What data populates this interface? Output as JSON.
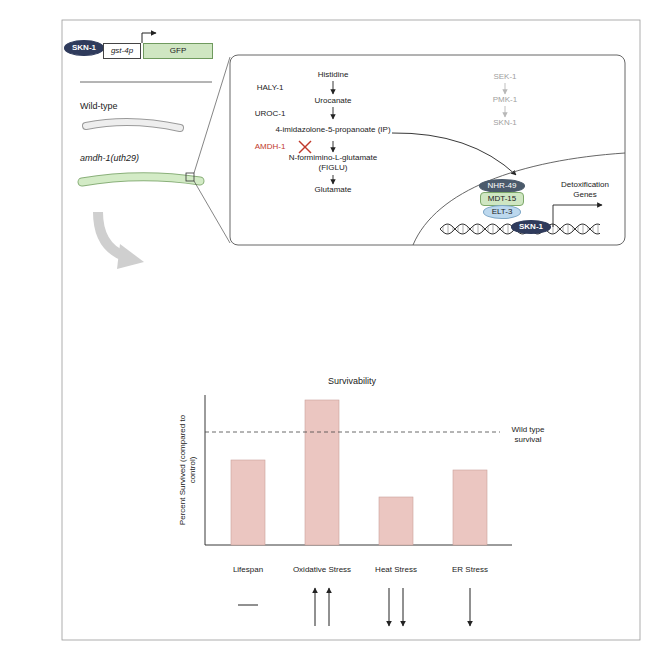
{
  "diagram": {
    "nodes": [
      {
        "text": [
          "SKN-1"
        ]
      },
      {
        "text": [
          "gst-4p"
        ]
      },
      {
        "text": [
          "GFP"
        ]
      },
      {
        "text": [
          "NHR-49"
        ]
      },
      {
        "text": [
          "MDT-15"
        ]
      },
      {
        "text": [
          "ELT-3"
        ]
      },
      {
        "text": [
          "SKN-1"
        ]
      }
    ],
    "labels": [
      "Wild-type",
      "amdh-1(uth29)",
      "Histidine",
      "HALY-1",
      "Urocanate",
      "UROC-1",
      "4-imidazolone-5-propanoate (IP)",
      "AMDH-1",
      "N-formimino-L-glutamate (FIGLU)",
      "Glutamate",
      "SEK-1",
      "PMK-1",
      "SKN-1",
      "Detoxification Genes",
      "Survivability",
      "Percent Survived (compared to control)",
      "Wild type survival",
      "Lifespan",
      "Oxidative Stress",
      "Heat Stress",
      "ER Stress"
    ]
  }
}
